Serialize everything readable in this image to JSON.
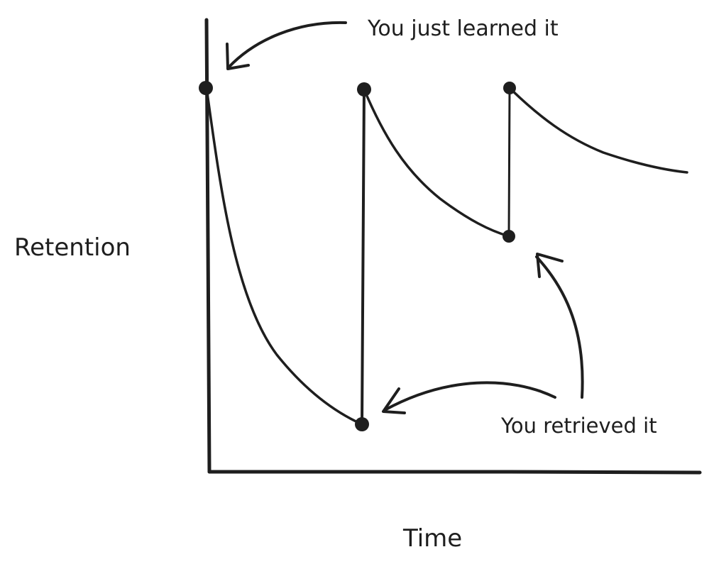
{
  "labels": {
    "y_axis": "Retention",
    "x_axis": "Time",
    "annotation_learned": "You just learned it",
    "annotation_retrieved": "You retrieved it"
  },
  "colors": {
    "ink": "#1e1e1e",
    "background": "#ffffff"
  }
}
